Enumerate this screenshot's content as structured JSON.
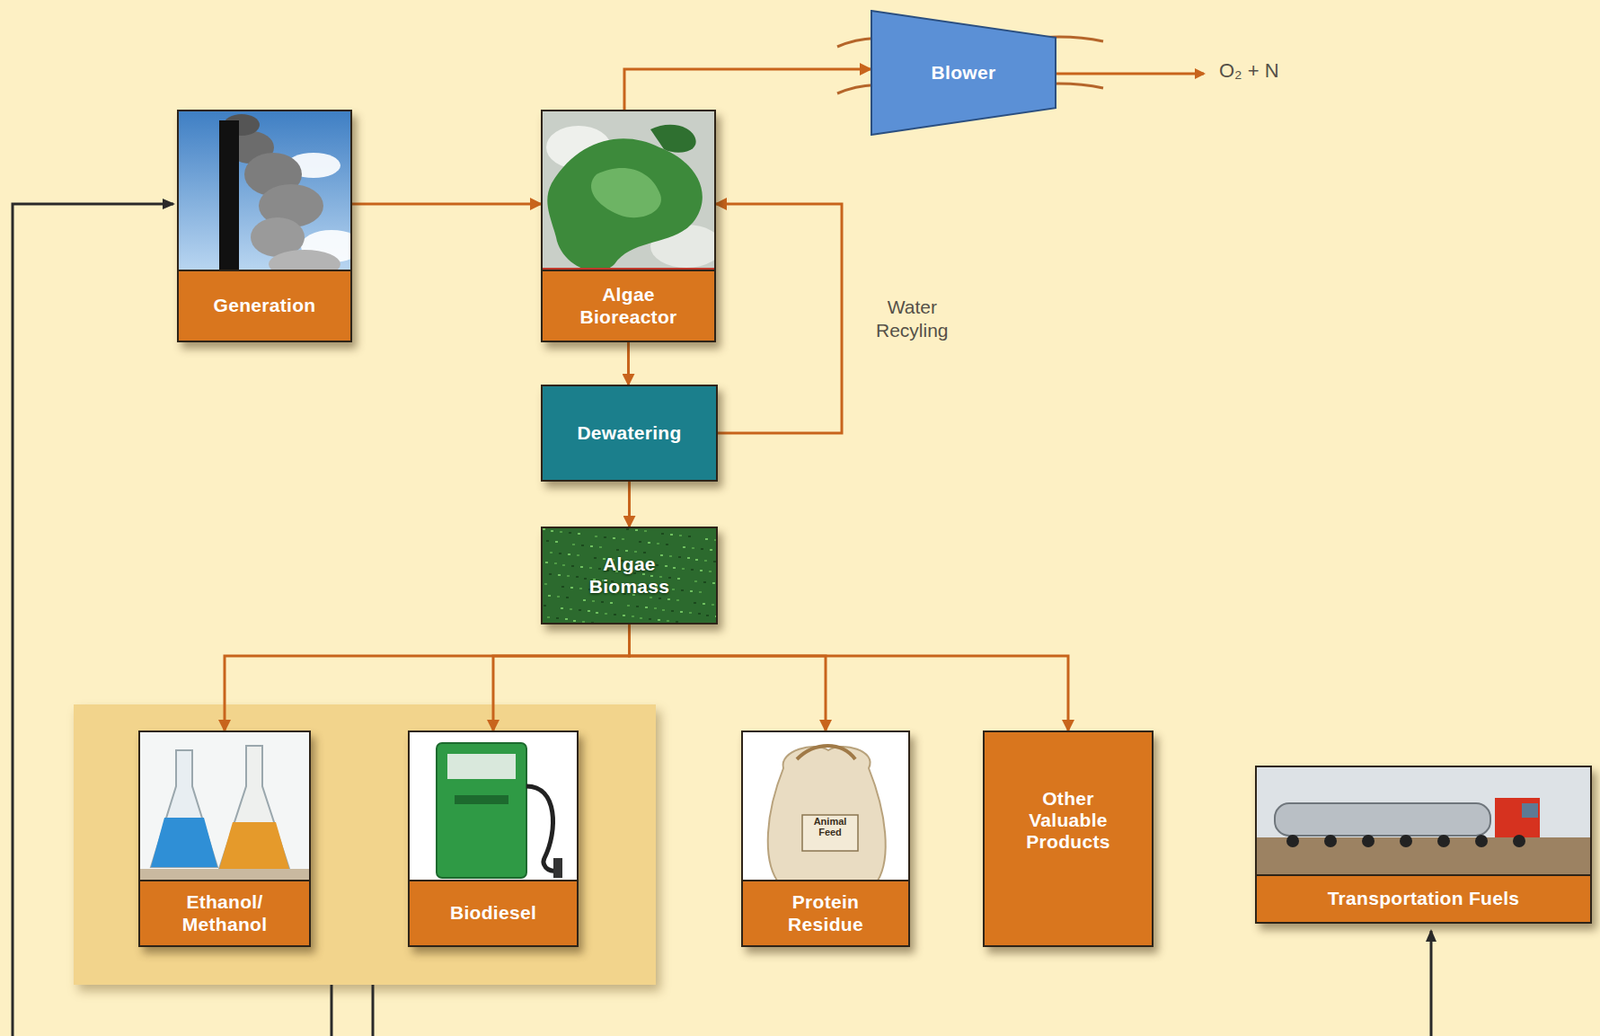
{
  "diagram": {
    "nodes": [
      {
        "text": [
          "Generation"
        ]
      },
      {
        "text": [
          "Algae Bioreactor"
        ]
      },
      {
        "text": [
          "Blower"
        ]
      },
      {
        "text": [
          "Dewatering"
        ]
      },
      {
        "text": [
          "Algae Biomass"
        ]
      },
      {
        "text": [
          "Ethanol/ Methanol"
        ]
      },
      {
        "text": [
          "Biodiesel"
        ]
      },
      {
        "text": [
          "Protein Residue"
        ]
      },
      {
        "text": [
          "Other Valuable Products"
        ]
      },
      {
        "text": [
          "Transportation Fuels"
        ]
      }
    ],
    "edges": [
      {
        "from": 0,
        "to": 1,
        "arrow": "to"
      },
      {
        "from": 1,
        "to": 2,
        "arrow": "to"
      },
      {
        "from": 1,
        "to": 3,
        "arrow": "to"
      },
      {
        "from": 3,
        "to": 1,
        "arrow": "to",
        "label": "Water Recyling"
      },
      {
        "from": 3,
        "to": 4,
        "arrow": "to"
      },
      {
        "from": 4,
        "to": 5,
        "arrow": "to"
      },
      {
        "from": 4,
        "to": 6,
        "arrow": "to"
      },
      {
        "from": 4,
        "to": 7,
        "arrow": "to"
      },
      {
        "from": 4,
        "to": 8,
        "arrow": "to"
      }
    ],
    "labels": [
      "O₂ + N",
      "Animal Feed"
    ]
  }
}
